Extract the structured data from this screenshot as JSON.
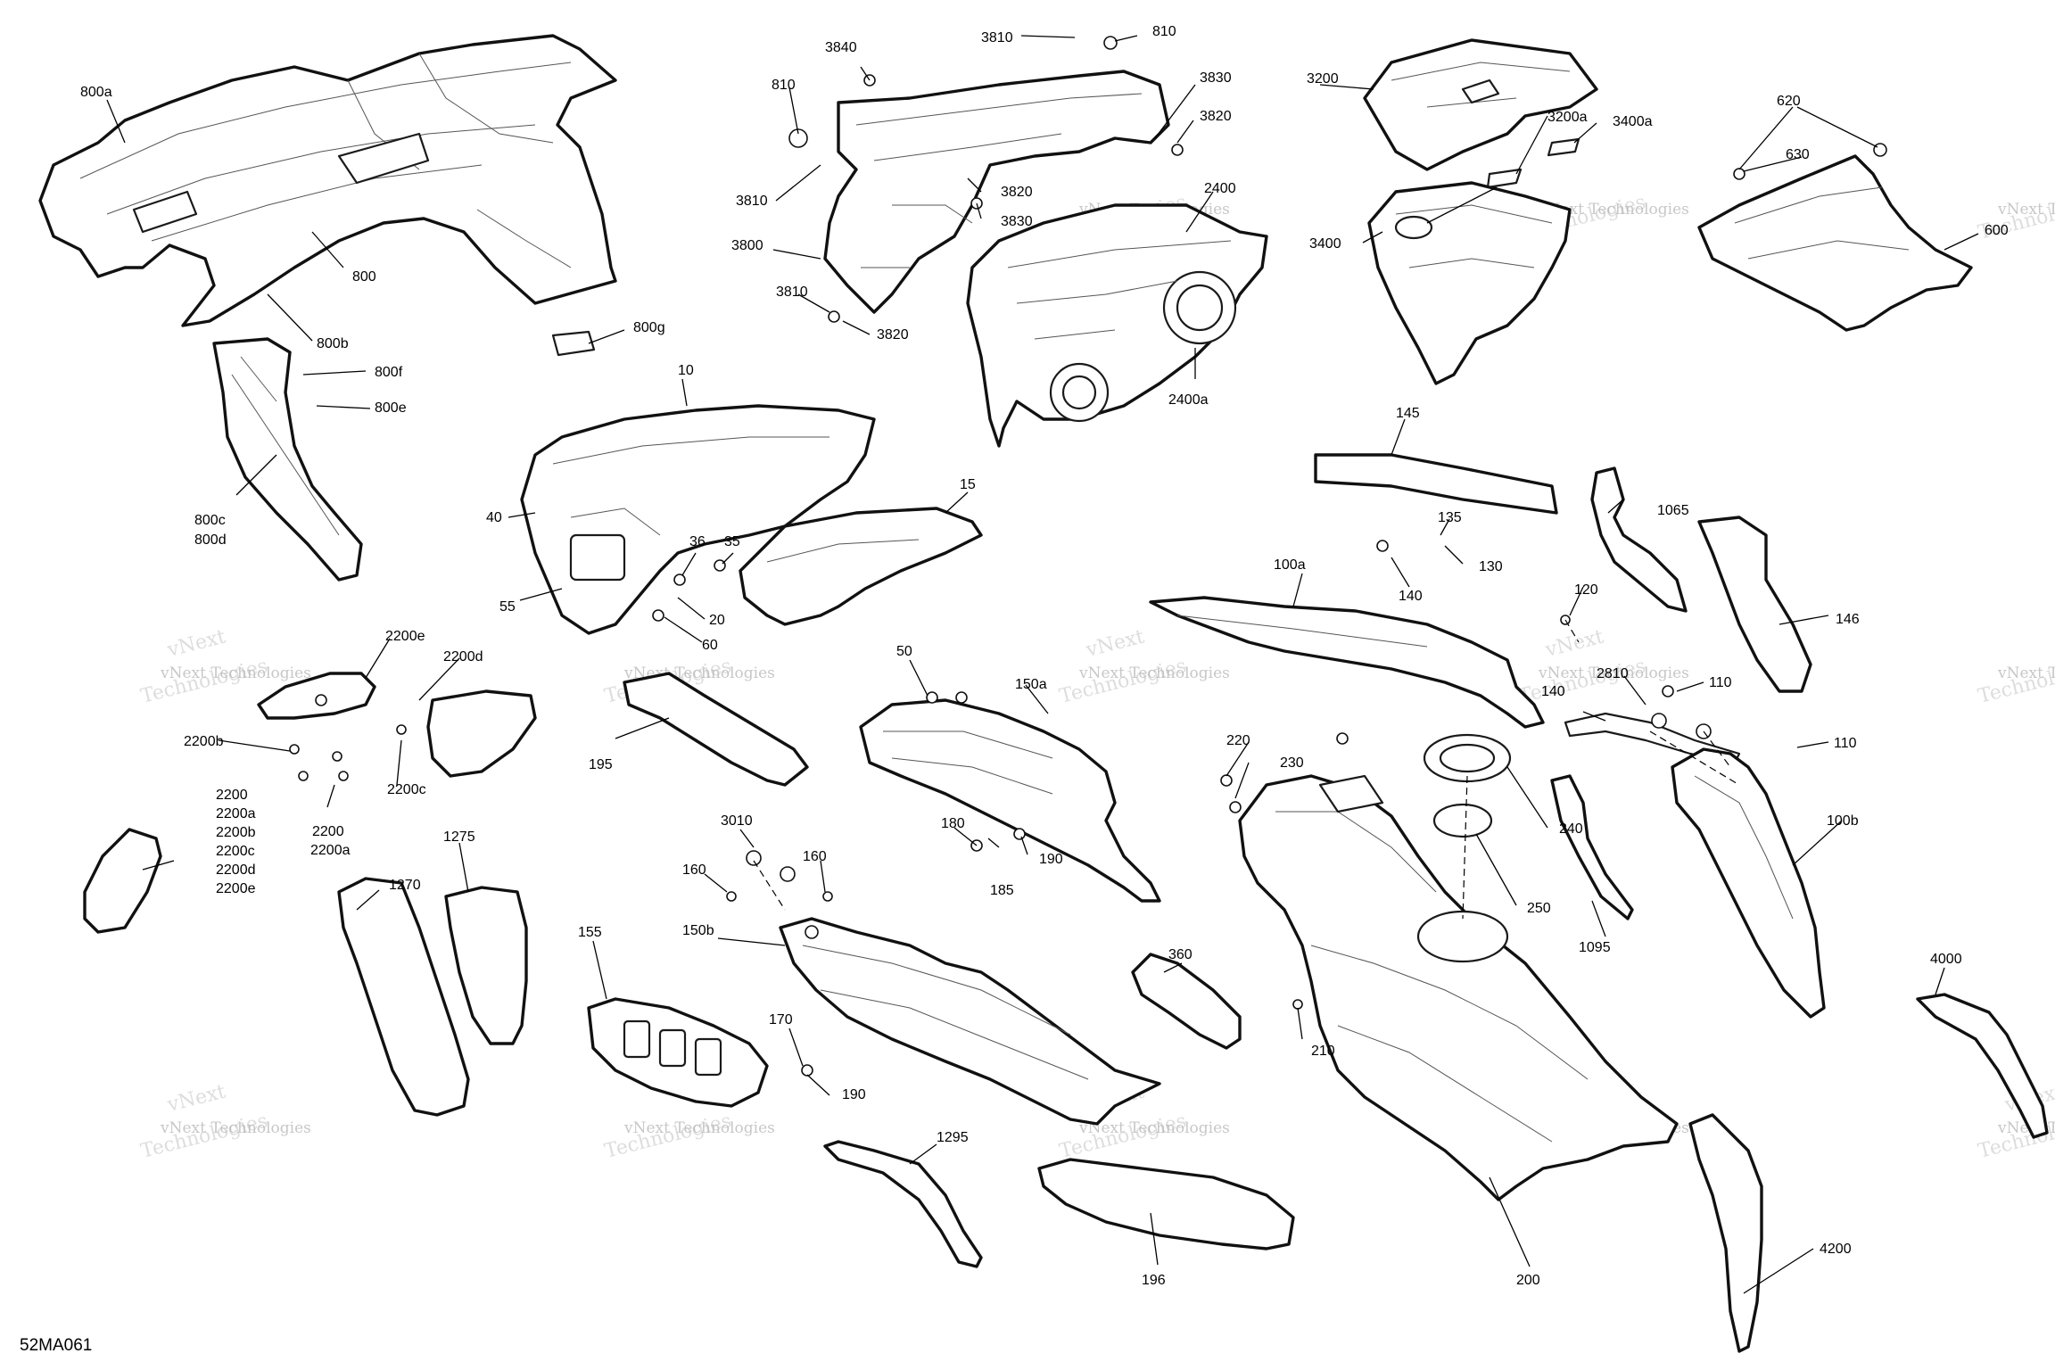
{
  "diagram": {
    "reference_code": "52MA061",
    "watermark": {
      "line1": "vNext Technologies",
      "line2": "Technologies",
      "small": "vNext",
      "medium": "vNext"
    },
    "callouts": {
      "c800a": "800a",
      "c800": "800",
      "c800b": "800b",
      "c800f": "800f",
      "c800e": "800e",
      "c800g": "800g",
      "c800c": "800c",
      "c800d": "800d",
      "c3840": "3840",
      "c3810_top": "3810",
      "c810_top": "810",
      "c810_left": "810",
      "c3830_top": "3830",
      "c3820_top": "3820",
      "c3810_mid": "3810",
      "c3820_mid": "3820",
      "c3830_mid": "3830",
      "c3800": "3800",
      "c3810_bot": "3810",
      "c3820_bot": "3820",
      "c3200": "3200",
      "c3200a": "3200a",
      "c3400a": "3400a",
      "c3400": "3400",
      "c2400": "2400",
      "c2400a": "2400a",
      "c620": "620",
      "c630": "630",
      "c600": "600",
      "c10": "10",
      "c40": "40",
      "c55": "55",
      "c36": "36",
      "c35": "35",
      "c20": "20",
      "c60": "60",
      "c15": "15",
      "c145": "145",
      "c1065": "1065",
      "c146": "146",
      "c135": "135",
      "c130": "130",
      "c140_a": "140",
      "c100a": "100a",
      "c120": "120",
      "c140_b": "140",
      "c2810": "2810",
      "c110_a": "110",
      "c110_b": "110",
      "c2200e_top": "2200e",
      "c2200d_top": "2200d",
      "c2200b_top": "2200b",
      "c2200c_top": "2200c",
      "c2200_mid": "2200",
      "c2200a_mid": "2200a",
      "c2200_list": "2200",
      "c2200a_list": "2200a",
      "c2200b_list": "2200b",
      "c2200c_list": "2200c",
      "c2200d_list": "2200d",
      "c2200e_list": "2200e",
      "c195": "195",
      "c50": "50",
      "c150a": "150a",
      "c180": "180",
      "c185": "185",
      "c190_a": "190",
      "c220": "220",
      "c230": "230",
      "c240": "240",
      "c250": "250",
      "c1095": "1095",
      "c100b": "100b",
      "c1270": "1270",
      "c1275": "1275",
      "c155": "155",
      "c3010": "3010",
      "c160_a": "160",
      "c160_b": "160",
      "c150b": "150b",
      "c170": "170",
      "c190_b": "190",
      "c360": "360",
      "c210": "210",
      "c4000": "4000",
      "c1295": "1295",
      "c196": "196",
      "c200": "200",
      "c4200": "4200"
    }
  }
}
